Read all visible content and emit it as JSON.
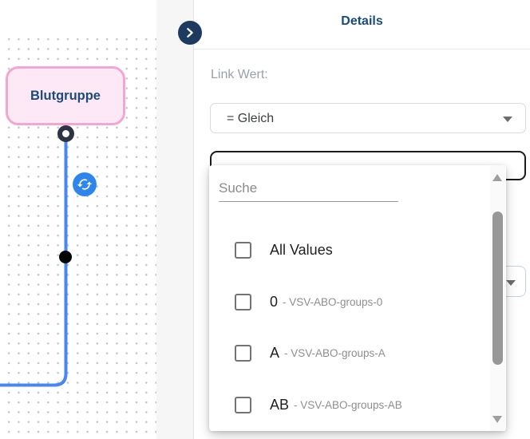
{
  "canvas": {
    "node_label": "Blutgruppe"
  },
  "panel": {
    "title": "Details",
    "field_label": "Link Wert:",
    "operator_value": "= Gleich",
    "dropdown": {
      "search_placeholder": "Suche",
      "items": [
        {
          "label": "All Values",
          "suffix": ""
        },
        {
          "label": "0",
          "suffix": "- VSV-ABO-groups-0"
        },
        {
          "label": "A",
          "suffix": "- VSV-ABO-groups-A"
        },
        {
          "label": "AB",
          "suffix": "- VSV-ABO-groups-AB"
        }
      ]
    }
  },
  "icons": {
    "collapse_button": "chevron-right",
    "edge_action": "sync",
    "select_caret": "triangle-down"
  },
  "colors": {
    "title_navy": "#174a80",
    "collapse_navy": "#1d3a5f",
    "node_fill": "#fde9f6",
    "node_border": "#f2a6d0",
    "node_text": "#1b4a7c",
    "edge_blue": "#4688ef",
    "sync_blue": "#2e86ed",
    "focused_border": "#1b1b1b",
    "label_gray": "#9ba1a9"
  }
}
